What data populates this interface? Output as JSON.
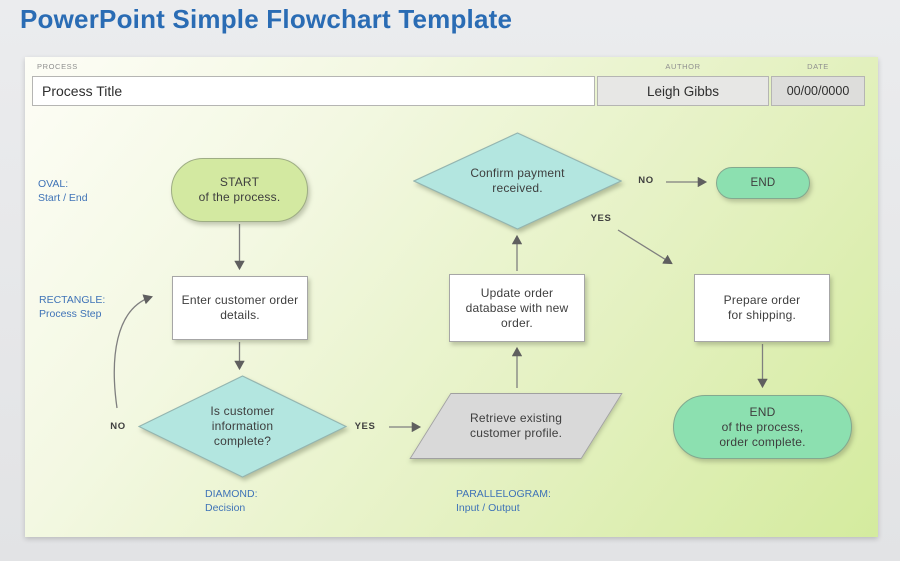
{
  "page_title": "PowerPoint Simple Flowchart Template",
  "header": {
    "process_label": "PROCESS",
    "process_value": "Process Title",
    "author_label": "AUTHOR",
    "author_value": "Leigh Gibbs",
    "date_label": "DATE",
    "date_value": "00/00/0000"
  },
  "legend": {
    "oval": {
      "title": "OVAL:",
      "subtitle": "Start / End"
    },
    "rectangle": {
      "title": "RECTANGLE:",
      "subtitle": "Process Step"
    },
    "diamond": {
      "title": "DIAMOND:",
      "subtitle": "Decision"
    },
    "parallelogram": {
      "title": "PARALLELOGRAM:",
      "subtitle": "Input / Output"
    }
  },
  "flowchart": {
    "start": "START\nof the process.",
    "enter_order": "Enter customer order\ndetails.",
    "decision_customer_info": "Is customer\ninformation\ncomplete?",
    "retrieve_profile": "Retrieve existing\ncustomer profile.",
    "update_database": "Update order\ndatabase with new\norder.",
    "confirm_payment": "Confirm payment\nreceived.",
    "end_top": "END",
    "prepare_shipping": "Prepare order\nfor shipping.",
    "end_bottom": "END\nof the process,\norder complete.",
    "no_label": "NO",
    "yes_label": "YES"
  },
  "colors": {
    "title_blue": "#2a6cb4",
    "legend_blue": "#3f73b7",
    "start_oval_fill": "#d3e9a1",
    "decision_fill": "#b3e6e0",
    "process_fill": "#ffffff",
    "parallelogram_fill": "#d9d9d9",
    "end_fill": "#8ce0b0",
    "arrow_gray": "#7f7f7f"
  }
}
